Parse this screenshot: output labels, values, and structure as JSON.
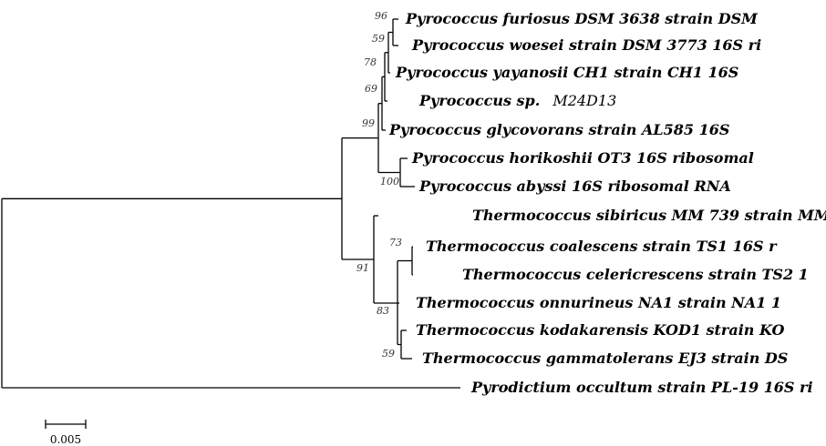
{
  "tree": {
    "leaves": [
      {
        "id": "L1",
        "label": "Pyrococcus furiosus DSM 3638 strain DSM"
      },
      {
        "id": "L2",
        "label": "Pyrococcus woesei strain DSM 3773 16S ri"
      },
      {
        "id": "L3",
        "label": "Pyrococcus yayanosii CH1 strain CH1 16S"
      },
      {
        "id": "L4",
        "label": "Pyrococcus sp.",
        "suffix": "M24D13"
      },
      {
        "id": "L5",
        "label": "Pyrococcus glycovorans strain AL585 16S"
      },
      {
        "id": "L6",
        "label": "Pyrococcus horikoshii OT3 16S ribosomal"
      },
      {
        "id": "L7",
        "label": "Pyrococcus abyssi 16S ribosomal RNA"
      },
      {
        "id": "L8",
        "label": "Thermococcus sibiricus MM 739 strain MM"
      },
      {
        "id": "L9",
        "label": "Thermococcus coalescens strain TS1 16S r"
      },
      {
        "id": "L10",
        "label": "Thermococcus celericrescens strain TS2 1"
      },
      {
        "id": "L11",
        "label": "Thermococcus onnurineus NA1 strain NA1 1"
      },
      {
        "id": "L12",
        "label": "Thermococcus kodakarensis KOD1 strain KO"
      },
      {
        "id": "L13",
        "label": "Thermococcus gammatolerans EJ3 strain DS"
      },
      {
        "id": "L14",
        "label": "Pyrodictium occultum strain PL-19 16S ri"
      }
    ],
    "bootstrap": [
      {
        "node": "furiosus-woesei",
        "value": "96"
      },
      {
        "node": "woesei-group",
        "value": "59"
      },
      {
        "node": "yayanosii-group",
        "value": "78"
      },
      {
        "node": "sp-group",
        "value": "69"
      },
      {
        "node": "pyrococcus-clade",
        "value": "99"
      },
      {
        "node": "horikoshii-abyssi",
        "value": "100"
      },
      {
        "node": "coalescens-celericrescens",
        "value": "73"
      },
      {
        "node": "thermococcus-clade",
        "value": "91"
      },
      {
        "node": "onnurineus-group",
        "value": "83"
      },
      {
        "node": "kodakarensis-gammatolerans",
        "value": "59"
      }
    ],
    "scale_bar": {
      "label": "0.005"
    }
  }
}
